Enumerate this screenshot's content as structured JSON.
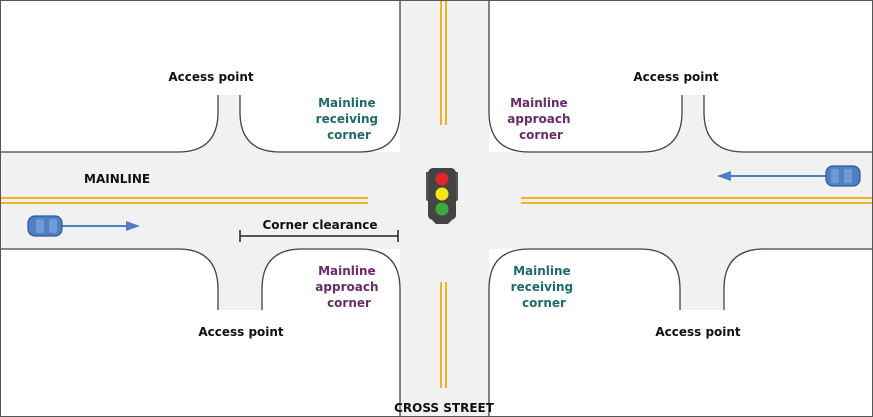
{
  "colors": {
    "road": "#f1f1f1",
    "road_edge": "#444444",
    "centerline": "#f0b323",
    "car": "#4f7fc4",
    "arrow": "#4f7fc4",
    "label": "#111111",
    "receiving_corner": "#1f6b6b",
    "approach_corner": "#6b2b6b",
    "signal_housing": "#444444",
    "signal_red": "#e0262b",
    "signal_yellow": "#f6e516",
    "signal_green": "#3bab3b",
    "frame": "#555555"
  },
  "labels": {
    "mainline": "MAINLINE",
    "cross_street": "CROSS STREET",
    "corner_clearance": "Corner clearance",
    "access_point_top_left": "Access point",
    "access_point_top_right": "Access point",
    "access_point_bottom_left": "Access point",
    "access_point_bottom_right": "Access point",
    "receiving_corner_nw": [
      "Mainline",
      "receiving",
      "corner"
    ],
    "approach_corner_ne": [
      "Mainline",
      "approach",
      "corner"
    ],
    "approach_corner_sw": [
      "Mainline",
      "approach",
      "corner"
    ],
    "receiving_corner_se": [
      "Mainline",
      "receiving",
      "corner"
    ]
  },
  "icons": {
    "traffic_signal": "traffic-light-icon",
    "vehicle_eastbound": "car-icon",
    "vehicle_westbound": "car-icon"
  }
}
